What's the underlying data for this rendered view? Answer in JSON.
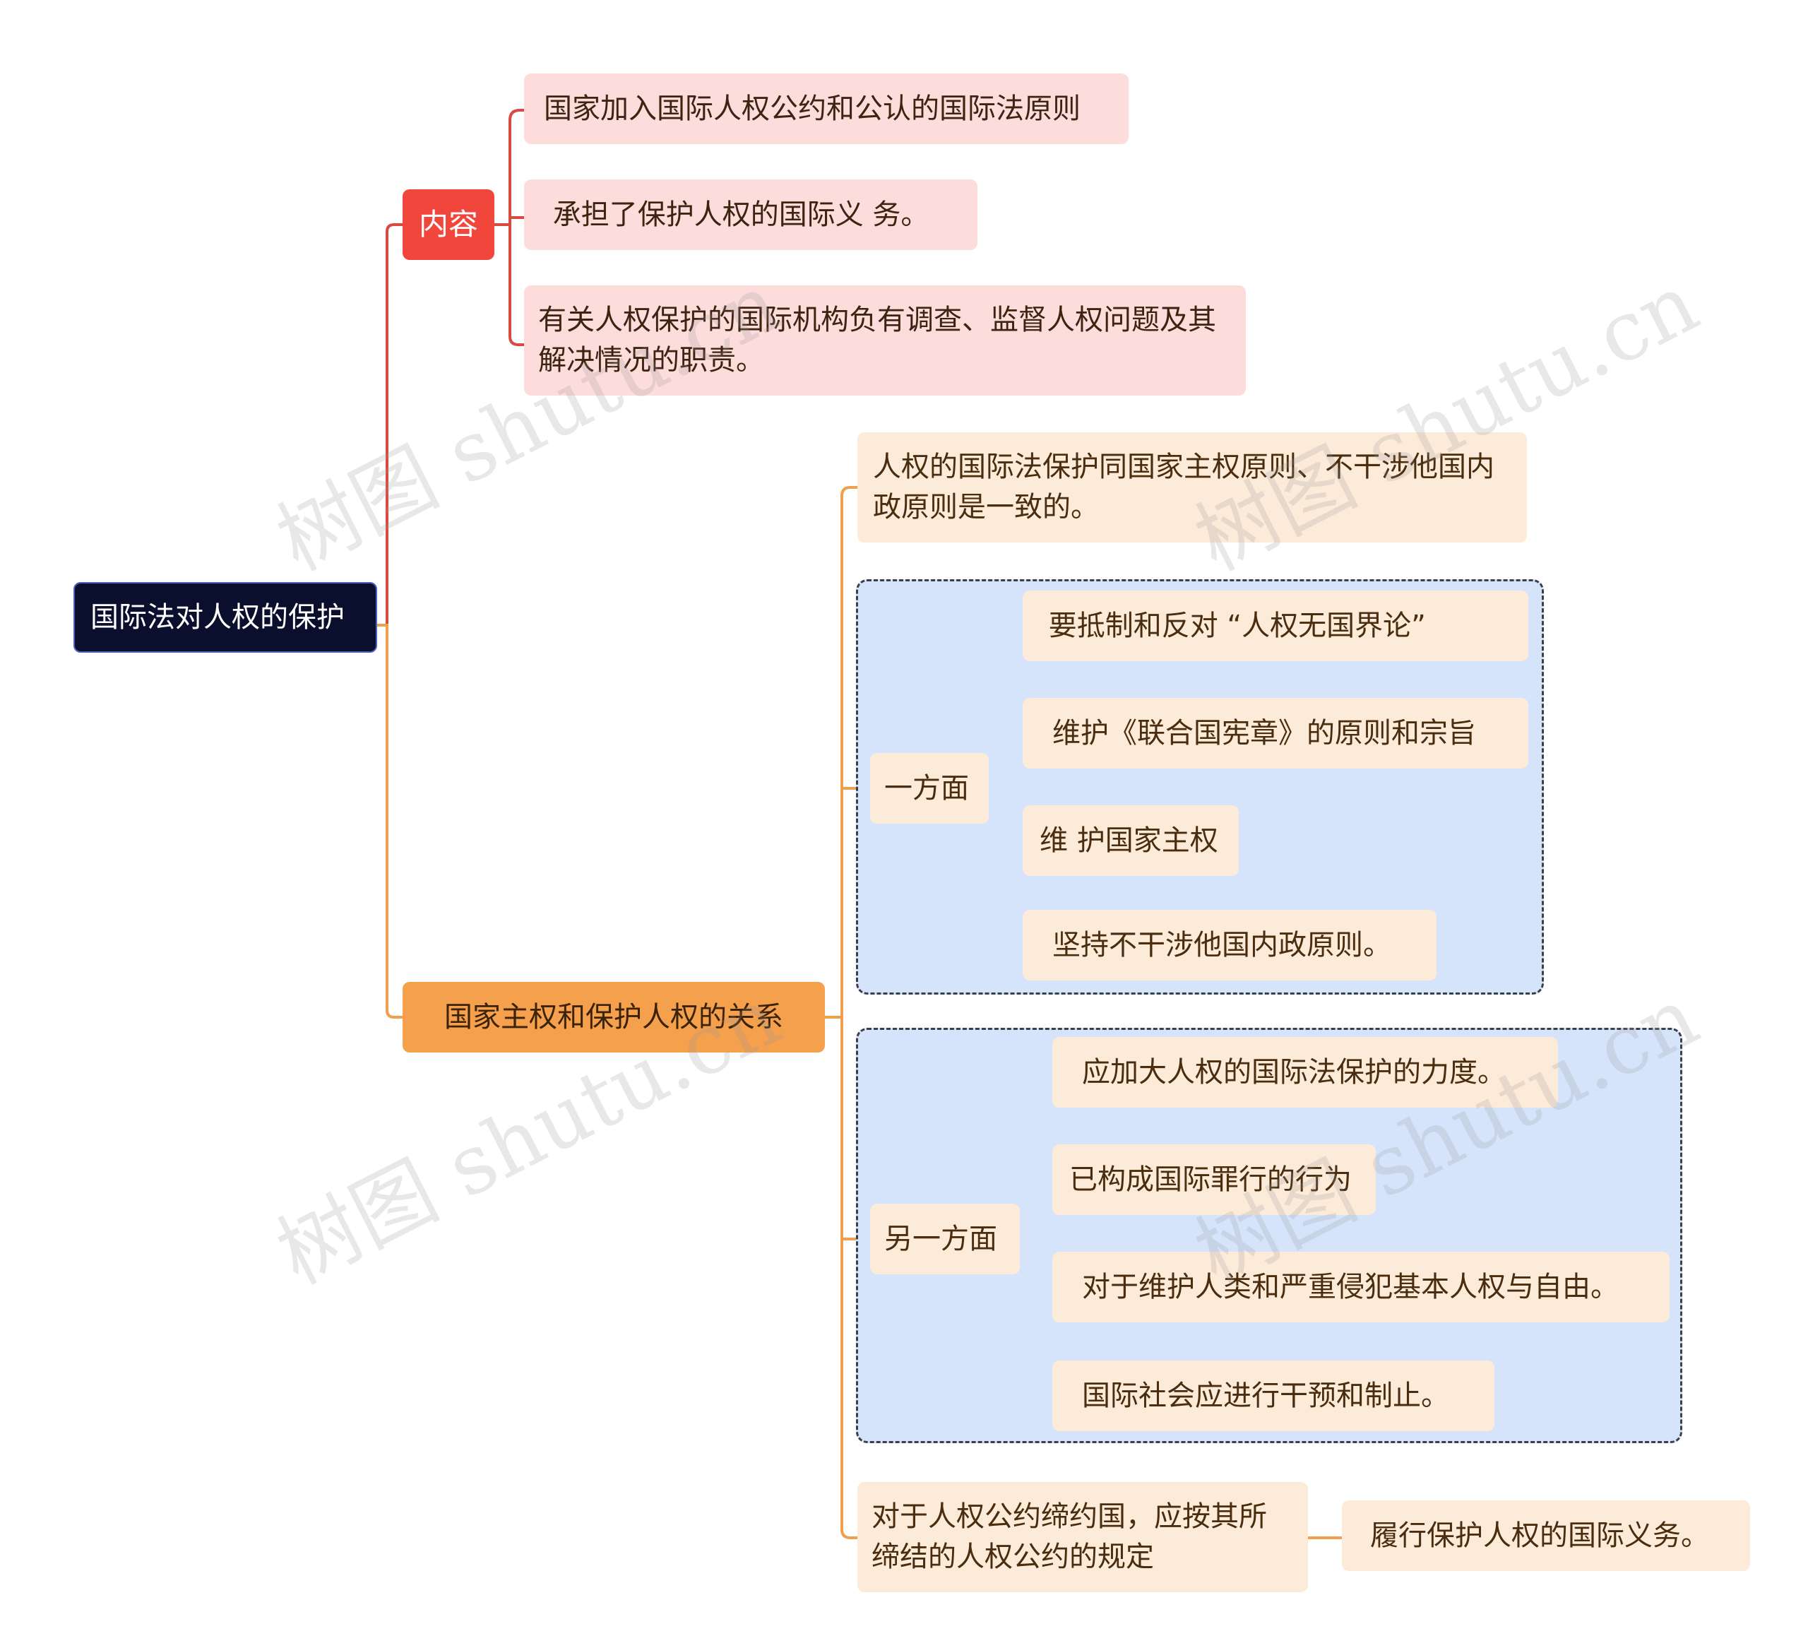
{
  "root": {
    "label": "国际法对人权的保护"
  },
  "content_branch": {
    "label": "内容",
    "items": [
      "国家加入国际人权公约和公认的国际法原则",
      " 承担了保护人权的国际义 务。",
      "有关人权保护的国际机构负有调查、监督人权问题及其解决情况的职责。"
    ]
  },
  "relation_branch": {
    "label": "国家主权和保护人权的关系",
    "intro": "人权的国际法保护同国家主权原则、不干涉他国内政原则是一致的。",
    "one_side": {
      "label": "一方面",
      "items": [
        " 要抵制和反对 “人权无国界论”",
        "维护《联合国宪章》的原则和宗旨",
        "维 护国家主权",
        "坚持不干涉他国内政原则。"
      ]
    },
    "other_side": {
      "label": "另一方面",
      "items": [
        "应加大人权的国际法保护的力度。",
        "已构成国际罪行的行为",
        "对于维护人类和严重侵犯基本人权与自由。",
        "国际社会应进行干预和制止。"
      ]
    },
    "treaty": {
      "label": "对于人权公约缔约国，应按其所缔结的人权公约的规定",
      "result": "履行保护人权的国际义务。"
    }
  },
  "watermark": "树图 shutu.cn",
  "colors": {
    "root_bg": "#0b0f2e",
    "content_branch": "#f0463c",
    "content_line": "#d94a42",
    "relation_branch": "#f4a04d",
    "relation_line": "#eea04f",
    "leaf_pink": "#fddcdc",
    "leaf_cream": "#fdebd9",
    "group_bg": "#d6e4fb"
  }
}
